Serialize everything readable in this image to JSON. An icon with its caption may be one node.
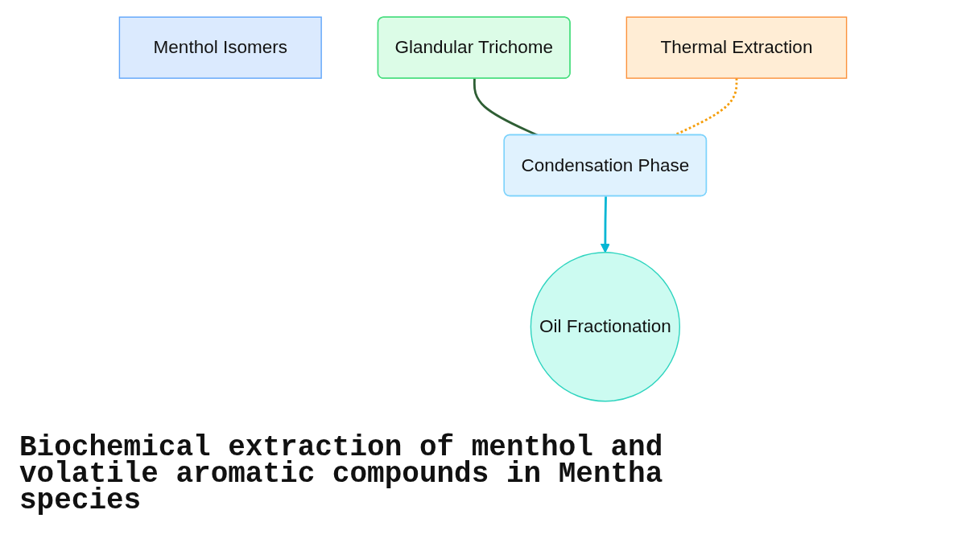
{
  "diagram": {
    "title": "Biochemical extraction of menthol and volatile aromatic compounds in Mentha species",
    "nodes": [
      {
        "text": [
          "Condensation Phase"
        ]
      },
      {
        "text": [
          "Menthol Isomers"
        ]
      },
      {
        "text": [
          "Glandular Trichome"
        ]
      },
      {
        "text": [
          "Oil Fractionation"
        ]
      },
      {
        "text": [
          "Thermal Extraction"
        ]
      }
    ],
    "edges": [
      {
        "from": 2,
        "to": 0,
        "arrow": "none",
        "color": "#2e5e34"
      },
      {
        "from": 4,
        "to": 0,
        "arrow": "none",
        "style": "dashed",
        "color": "#f59e0b"
      },
      {
        "from": 0,
        "to": 3,
        "arrow": "to",
        "color": "#06b6d4"
      }
    ]
  }
}
